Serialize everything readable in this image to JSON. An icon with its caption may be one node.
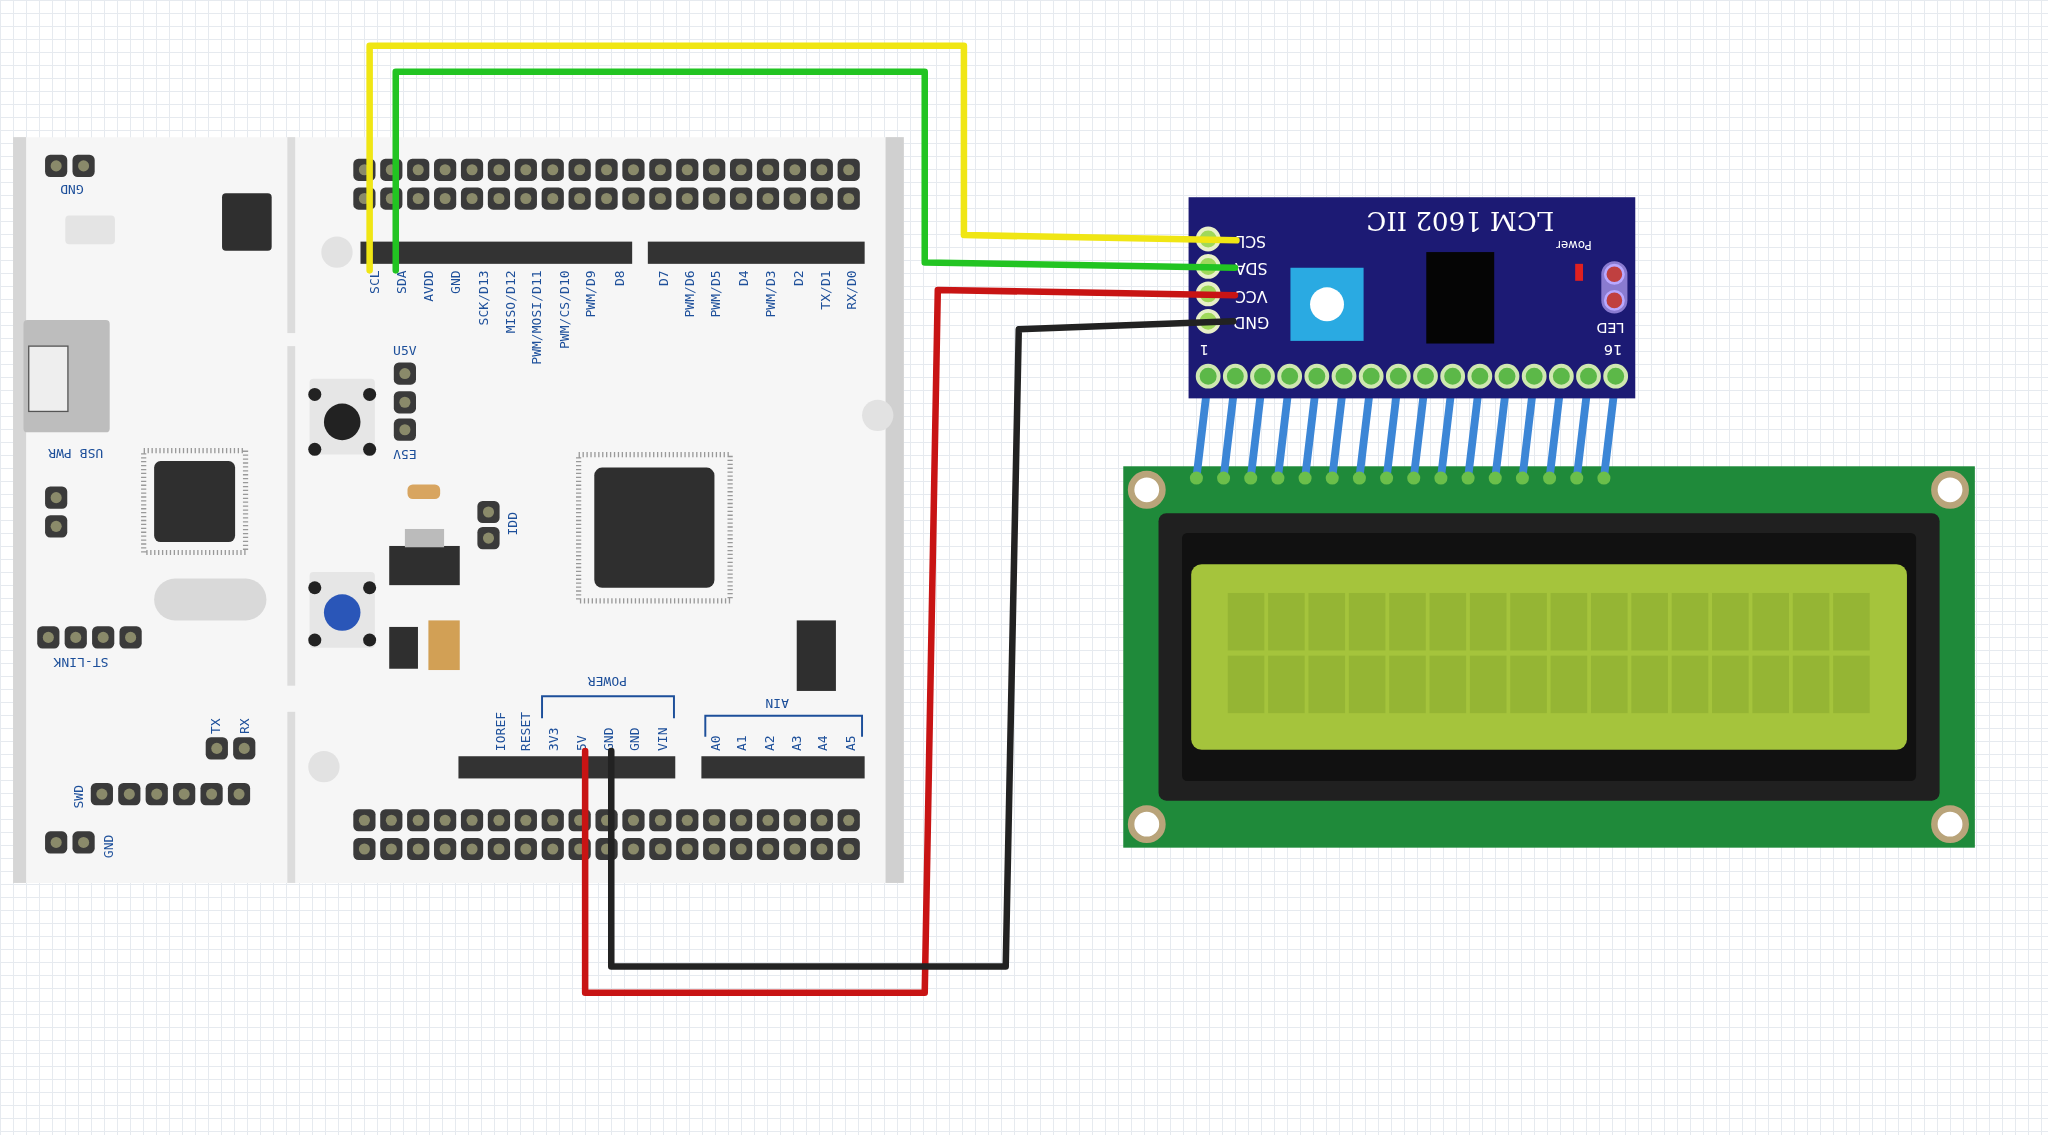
{
  "diagram": {
    "nodes": [
      {
        "text": [],
        "shape": "picture"
      },
      {
        "text": [
          "SCL"
        ],
        "in": 0
      },
      {
        "text": [
          "SDA"
        ],
        "in": 0
      },
      {
        "text": [
          "5V"
        ],
        "in": 0
      },
      {
        "text": [
          "GND"
        ],
        "in": 0
      },
      {
        "text": [
          "LCM 1602 IIC"
        ]
      },
      {
        "text": [
          "SCL"
        ],
        "in": 5
      },
      {
        "text": [
          "SDA"
        ],
        "in": 5
      },
      {
        "text": [
          "VCC"
        ],
        "in": 5
      },
      {
        "text": [
          "GND"
        ],
        "in": 5
      }
    ],
    "edges": [
      {
        "from": 1,
        "to": 6,
        "arrow": "none",
        "color": "#f0e614"
      },
      {
        "from": 2,
        "to": 7,
        "arrow": "none",
        "color": "#22c422"
      },
      {
        "from": 3,
        "to": 8,
        "arrow": "none",
        "color": "#c81414"
      },
      {
        "from": 4,
        "to": 9,
        "arrow": "none",
        "color": "#222222"
      }
    ],
    "labels": [
      "GND",
      "AVDD",
      "GND",
      "SCK/D13",
      "MISO/D12",
      "PWM/MOSI/D11",
      "PWM/CS/D10",
      "PWM/D9",
      "D8",
      "D7",
      "PWM/D6",
      "PWM/D5",
      "D4",
      "PWM/D3",
      "D2",
      "TX/D1",
      "RX/D0",
      "U5V",
      "USB PWR",
      "E5V",
      "IDD",
      "ST-LINK",
      "POWER",
      "AIN",
      "TX",
      "RX",
      "IOREF",
      "RESET",
      "3V3",
      "GND",
      "VIN",
      "A0",
      "A1",
      "A2",
      "A3",
      "A4",
      "A5",
      "SWD",
      "GND",
      "Power",
      "LED",
      "1",
      "16"
    ]
  }
}
